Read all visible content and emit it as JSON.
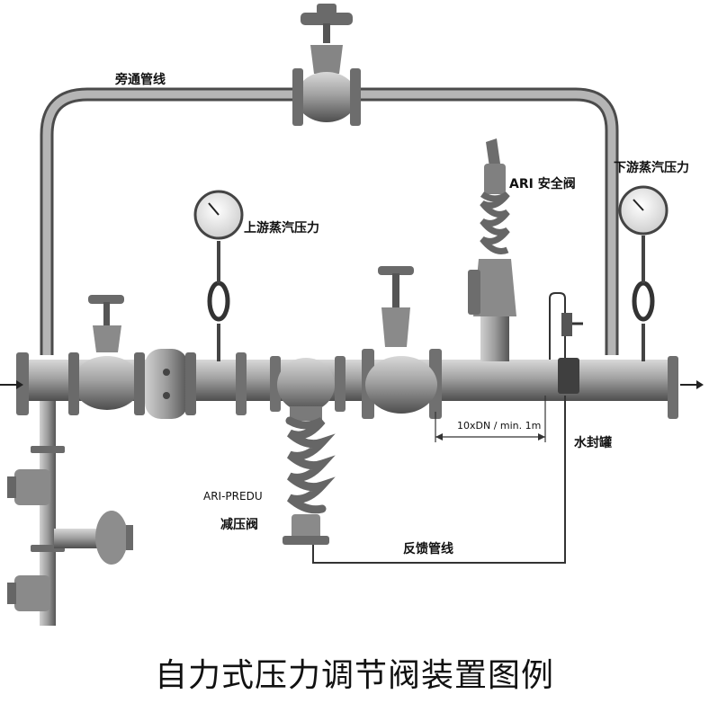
{
  "labels": {
    "bypass_line": "旁通管线",
    "upstream_pressure": "上游蒸汽压力",
    "safety_valve": "ARI 安全阀",
    "downstream_pressure": "下游蒸汽压力",
    "distance": "10xDN / min. 1m",
    "water_seal": "水封罐",
    "reducer_model": "ARI-PREDU",
    "reducer_name": "减压阀",
    "feedback_line": "反馈管线",
    "caption": "自力式压力调节阀装置图例"
  },
  "colors": {
    "pipe": "#9a9a9a",
    "pipe_dark": "#5c5c5c",
    "flange": "#7e7e7e",
    "line": "#222222",
    "background": "#ffffff"
  },
  "icons": [
    "globe-valve-icon",
    "pressure-gauge-icon",
    "safety-valve-icon",
    "strainer-icon",
    "pressure-reducing-valve-icon",
    "water-seal-pot-icon",
    "flow-arrow-icon"
  ]
}
